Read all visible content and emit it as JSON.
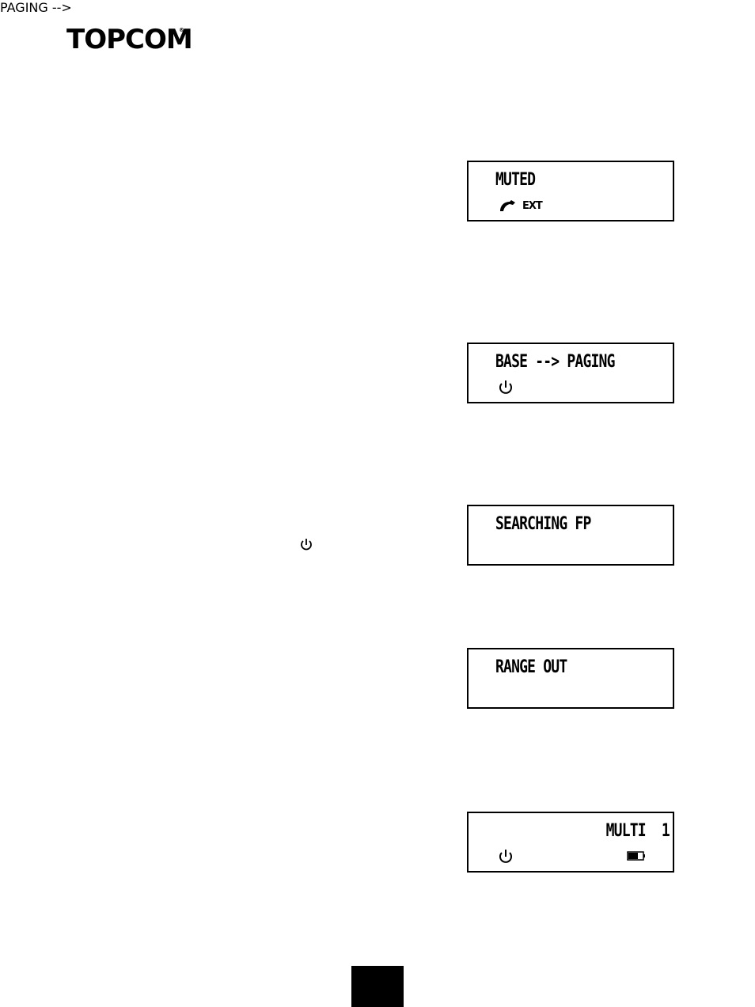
{
  "header": {
    "brand": "TOPCOM",
    "registered": "®"
  },
  "displays": [
    {
      "line1": "MUTED",
      "icons": [
        "handset-icon"
      ],
      "ext_label": "EXT"
    },
    {
      "line1": "BASE --> PAGING",
      "icons": [
        "power-icon"
      ]
    },
    {
      "line1": "SEARCHING FP"
    },
    {
      "line1": "RANGE OUT"
    },
    {
      "line1": "MULTI  1",
      "icons": [
        "power-icon",
        "battery-icon"
      ]
    }
  ],
  "body_icons": [
    "power-icon"
  ],
  "footer": {
    "page_tab_color": "#000000"
  }
}
